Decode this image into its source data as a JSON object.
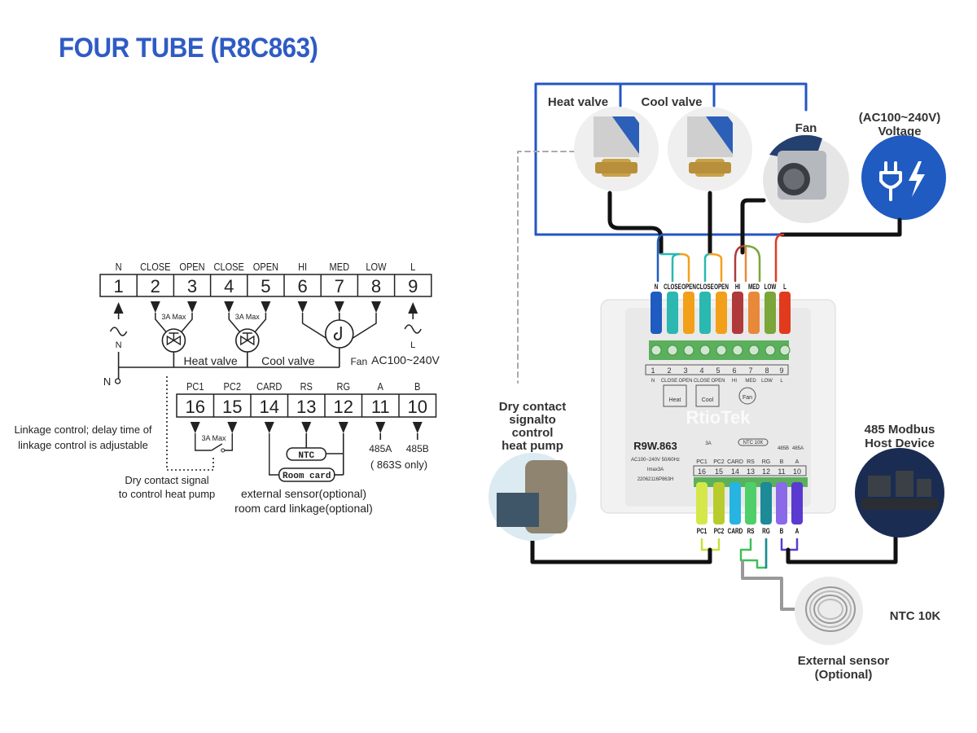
{
  "title": "FOUR TUBE (R8C863)",
  "schematic": {
    "top_terminals": [
      {
        "num": "1",
        "label": "N"
      },
      {
        "num": "2",
        "label": "CLOSE"
      },
      {
        "num": "3",
        "label": "OPEN"
      },
      {
        "num": "4",
        "label": "CLOSE"
      },
      {
        "num": "5",
        "label": "OPEN"
      },
      {
        "num": "6",
        "label": "HI"
      },
      {
        "num": "7",
        "label": "MED"
      },
      {
        "num": "8",
        "label": "LOW"
      },
      {
        "num": "9",
        "label": "L"
      }
    ],
    "bottom_terminals": [
      {
        "num": "16",
        "label": "PC1"
      },
      {
        "num": "15",
        "label": "PC2"
      },
      {
        "num": "14",
        "label": "CARD"
      },
      {
        "num": "13",
        "label": "RS"
      },
      {
        "num": "12",
        "label": "RG"
      },
      {
        "num": "11",
        "label": "A"
      },
      {
        "num": "10",
        "label": "B"
      }
    ],
    "max_current_heat": "3A Max",
    "max_current_cool": "3A Max",
    "max_current_pc": "3A Max",
    "heat_valve": "Heat valve",
    "cool_valve": "Cool valve",
    "fan": "Fan",
    "voltage": "AC100~240V",
    "n_symbol": "N",
    "l_symbol": "L",
    "n_node": "N",
    "linkage_note_1": "Linkage control; delay time of",
    "linkage_note_2": "linkage control is adjustable",
    "dry_contact_1": "Dry contact signal",
    "dry_contact_2": "to control heat pump",
    "ntc": "NTC",
    "room_card": "Room card",
    "rs485a": "485A",
    "rs485b": "485B",
    "only_863s": "( 863S only)",
    "ext_sensor": "external sensor(optional)",
    "room_card_linkage": "room card linkage(optional)"
  },
  "wiring": {
    "heat_valve": "Heat valve",
    "cool_valve": "Cool valve",
    "fan": "Fan",
    "voltage_1": "(AC100~240V)",
    "voltage_2": "Voltage",
    "dry_contact_lines": [
      "Dry contact",
      "signalto",
      "control",
      "heat pump"
    ],
    "modbus_1": "485 Modbus",
    "modbus_2": "Host Device",
    "ntc10k": "NTC 10K",
    "ext_sensor_1": "External sensor",
    "ext_sensor_2": "(Optional)",
    "top_wire_labels": [
      "N",
      "CLOSE",
      "OPEN",
      "CLOSE",
      "OPEN",
      "HI",
      "MED",
      "LOW",
      "L"
    ],
    "top_wire_colors": [
      "#1f5bc0",
      "#2ab8b0",
      "#f2a01a",
      "#2ab8b0",
      "#f2a01a",
      "#b03a3a",
      "#e8893a",
      "#7aa63a",
      "#e23a1e"
    ],
    "bottom_wire_labels": [
      "PC1",
      "PC2",
      "CARD",
      "RS",
      "RG",
      "B",
      "A"
    ],
    "bottom_wire_colors": [
      "#d4e84a",
      "#b9cc2e",
      "#27b4e0",
      "#4fcf6a",
      "#1d8a98",
      "#8a6ae8",
      "#5a3ad0"
    ],
    "device": {
      "brand": "RtioTek",
      "model": "R9W.863",
      "spec": "AC100~240V 50/60Hz",
      "imax": "Imax3A",
      "serial": "22062116P863H",
      "top_nums": [
        "1",
        "2",
        "3",
        "4",
        "5",
        "6",
        "7",
        "8",
        "9"
      ],
      "top_labels": [
        "N",
        "CLOSE",
        "OPEN",
        "CLOSE",
        "OPEN",
        "HI",
        "MED",
        "LOW",
        "L"
      ],
      "heat": "Heat",
      "cool": "Cool",
      "fan": "Fan",
      "bot_nums": [
        "16",
        "15",
        "14",
        "13",
        "12",
        "11",
        "10"
      ],
      "bot_labels": [
        "PC1",
        "PC2",
        "CARD",
        "RS",
        "RG",
        "B",
        "A"
      ],
      "ntc10k": "NTC 10K",
      "three_a": "3A",
      "rs485b": "485B",
      "rs485a": "485A"
    }
  }
}
